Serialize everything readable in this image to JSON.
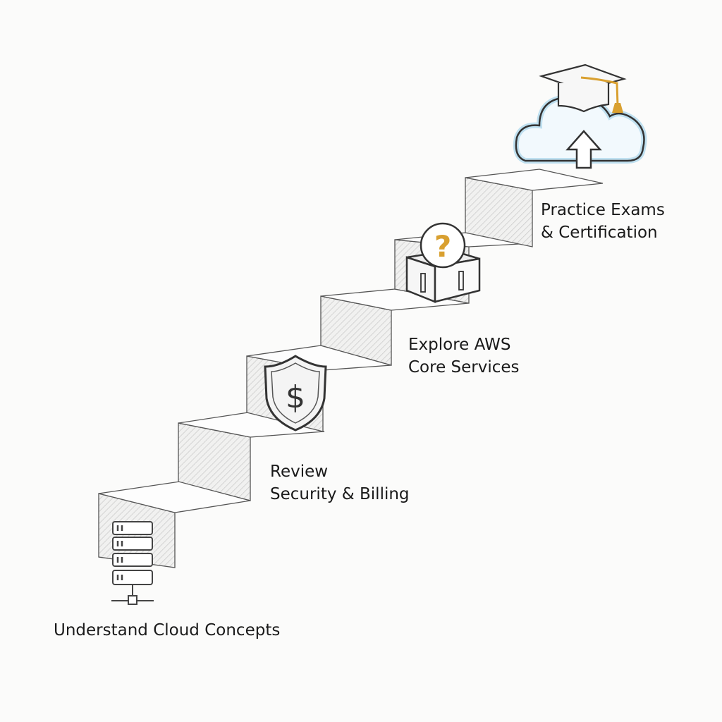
{
  "steps": [
    {
      "label_lines": [
        "Understand Cloud Concepts"
      ],
      "icon": "server-rack-icon"
    },
    {
      "label_lines": [
        "Review",
        "Security & Billing"
      ],
      "icon": "shield-dollar-icon"
    },
    {
      "label_lines": [
        "Explore AWS",
        "Core Services"
      ],
      "icon": "box-question-icon"
    },
    {
      "label_lines": [
        "Practice Exams",
        "& Certification"
      ],
      "icon": "cloud-graduation-cap-icon"
    }
  ],
  "colors": {
    "accent": "#d9a030",
    "cloud_tint": "#bfe0f0",
    "ink": "#333333"
  }
}
